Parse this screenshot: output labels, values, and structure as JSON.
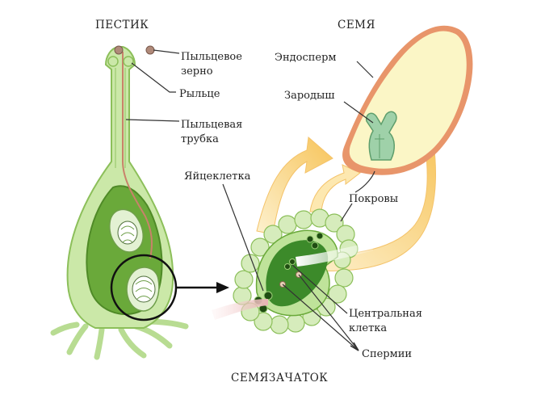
{
  "titles": {
    "pistil": "ПЕСТИК",
    "seed": "СЕМЯ",
    "ovule": "СЕМЯЗАЧАТОК"
  },
  "labels": {
    "pollen_grain_1": "Пыльцевое",
    "pollen_grain_2": "зерно",
    "stigma": "Рыльце",
    "pollen_tube_1": "Пыльцевая",
    "pollen_tube_2": "трубка",
    "endosperm": "Эндосперм",
    "embryo": "Зародыш",
    "egg_cell": "Яйцеклетка",
    "coats": "Покровы",
    "central_cell_1": "Центральная",
    "central_cell_2": "клетка",
    "sperm": "Спермии"
  },
  "colors": {
    "tissue_light": "#cbe8a8",
    "tissue_dark": "#5aa22e",
    "outline": "#8cbf5a",
    "seed_coat": "#e8956a",
    "endosperm": "#fbf6c6",
    "arrow_yellow": "#f9d27a",
    "pollen_tube": "#c9826a"
  }
}
